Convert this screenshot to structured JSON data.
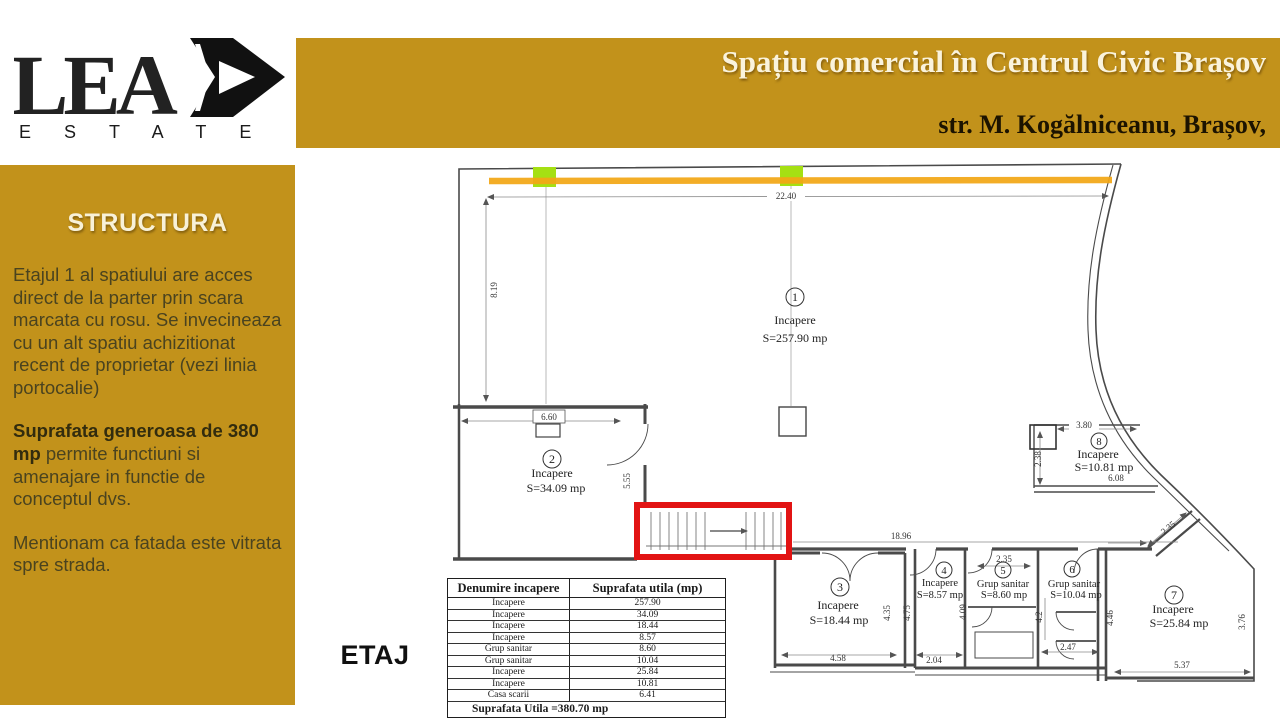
{
  "colors": {
    "gold": "#C2921B",
    "orange": "#F3A716",
    "green": "#A5E013",
    "red": "#E21414",
    "plan_line": "#4a4a4a",
    "title_cream": "#FAF3DC",
    "sidebar_text": "#4A431F",
    "sidebar_text_bold": "#322C0E",
    "subtitle_dark": "#1C1300"
  },
  "logo": {
    "text": "LEA",
    "sub_letters": "ESTATE"
  },
  "header": {
    "title": "Spațiu comercial în Centrul Civic Brașov",
    "subtitle": "str. M. Kogălniceanu, Brașov,"
  },
  "sidebar": {
    "heading": "STRUCTURA",
    "p1": "Etajul 1 al spatiului are acces direct de la parter prin scara marcata cu rosu. Se invecineaza cu un alt spatiu achizitionat recent de proprietar (vezi linia portocalie)",
    "p2_bold": "Suprafata generoasa de 380 mp",
    "p2_rest": " permite functiuni si amenajare in functie de conceptul dvs.",
    "p3": "Mentionam ca fatada este vitrata spre strada."
  },
  "plan": {
    "floor_label": "ETAJ",
    "rooms": [
      {
        "num": "1",
        "name": "Incapere",
        "area": "S=257.90 mp"
      },
      {
        "num": "2",
        "name": "Incapere",
        "area": "S=34.09 mp"
      },
      {
        "num": "3",
        "name": "Incapere",
        "area": "S=18.44 mp"
      },
      {
        "num": "4",
        "name": "Incapere",
        "area": "S=8.57 mp"
      },
      {
        "num": "5",
        "name": "Grup sanitar",
        "area": "S=8.60 mp"
      },
      {
        "num": "6",
        "name": "Grup sanitar",
        "area": "S=10.04 mp"
      },
      {
        "num": "7",
        "name": "Incapere",
        "area": "S=25.84 mp"
      },
      {
        "num": "8",
        "name": "Incapere",
        "area": "S=10.81 mp"
      }
    ],
    "dims": {
      "t2240": "22.40",
      "l819": "8.19",
      "r2w660": "6.60",
      "r2d555": "5.55",
      "wing1896": "18.96",
      "r3w458": "4.58",
      "r3h435": "4.35",
      "r3h475": "4.75",
      "r4w204": "2.04",
      "r5h409": "4.09",
      "r5t235": "2.35",
      "r6h42": "4.2",
      "r6w247": "2.47",
      "r7l446": "4.46",
      "r7b537": "5.37",
      "r7r376": "3.76",
      "r7d235": "2.35",
      "r8t380": "3.80",
      "r8l238": "2.38",
      "r8b608": "6.08"
    }
  },
  "table": {
    "col1": "Denumire incapere",
    "col2": "Suprafata utila (mp)",
    "rows": [
      [
        "Incapere",
        "257.90"
      ],
      [
        "Incapere",
        "34.09"
      ],
      [
        "Incapere",
        "18.44"
      ],
      [
        "Incapere",
        "8.57"
      ],
      [
        "Grup sanitar",
        "8.60"
      ],
      [
        "Grup sanitar",
        "10.04"
      ],
      [
        "Incapere",
        "25.84"
      ],
      [
        "Incapere",
        "10.81"
      ],
      [
        "Casa scarii",
        "6.41"
      ]
    ],
    "footer": "Suprafata Utila =380.70 mp"
  }
}
